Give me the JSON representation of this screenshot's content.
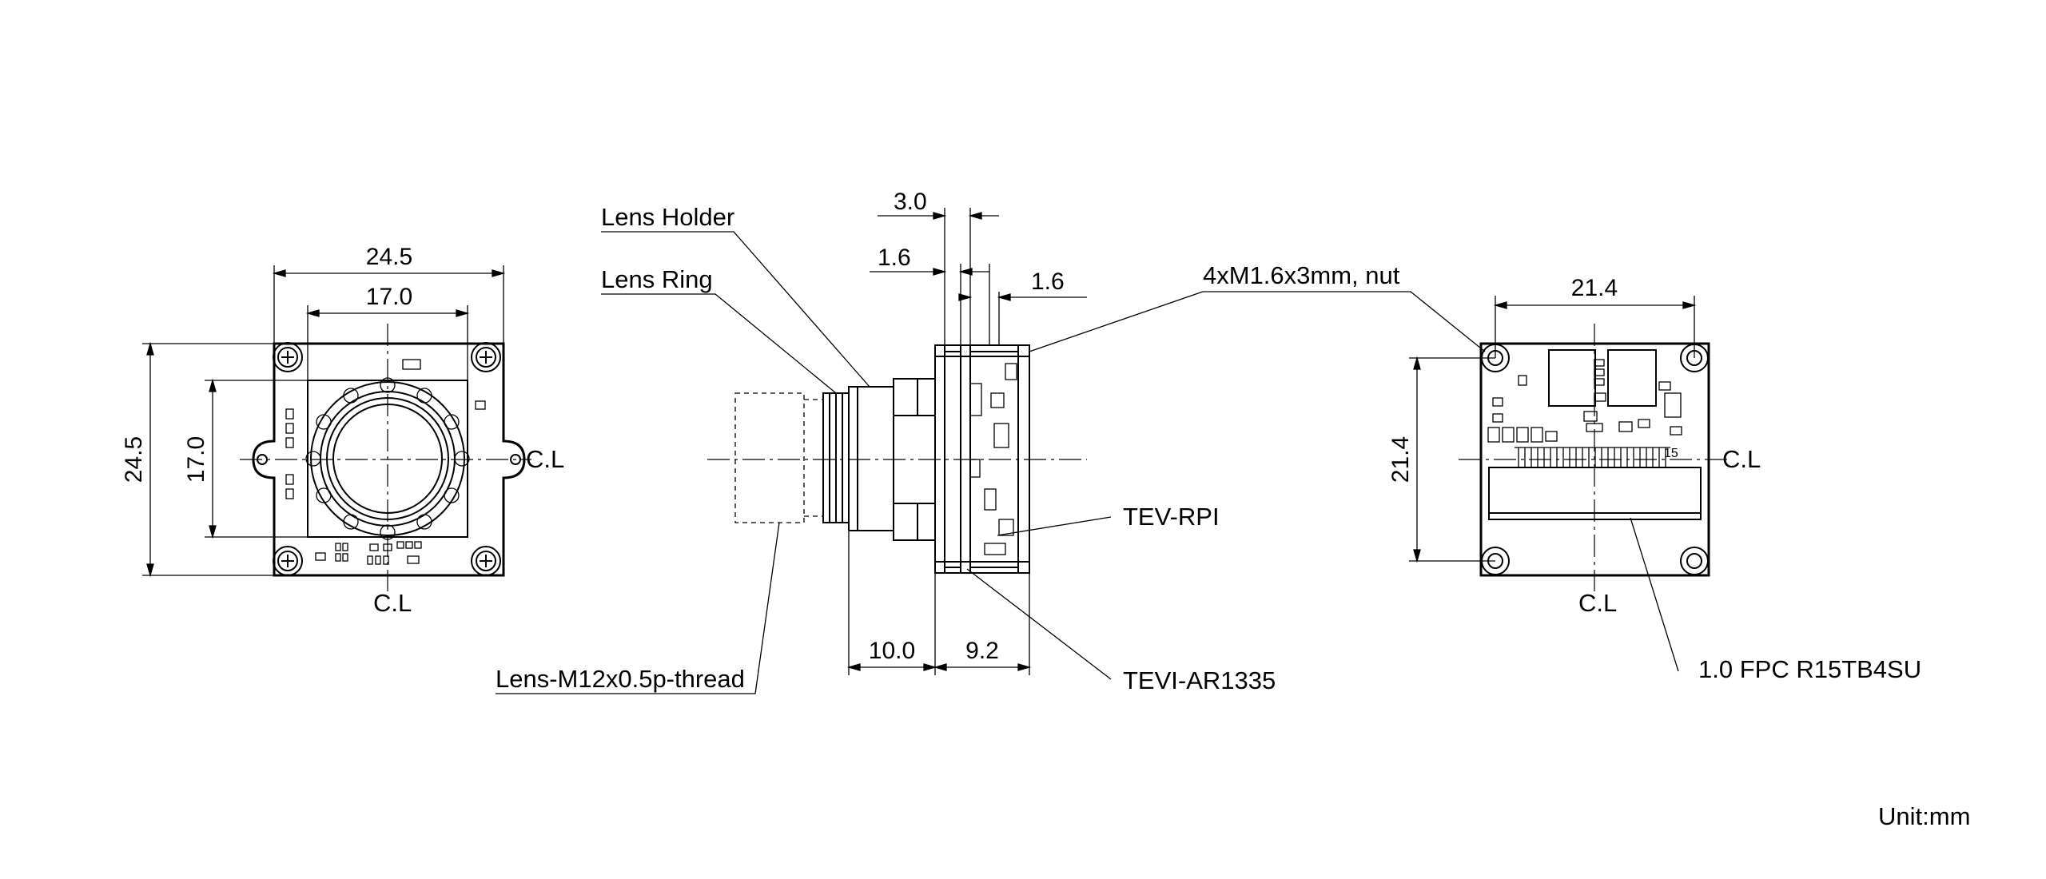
{
  "front_view": {
    "dim_width_outer": "24.5",
    "dim_width_inner": "17.0",
    "dim_height_outer": "24.5",
    "dim_height_inner": "17.0",
    "cl_right": "C.L",
    "cl_bottom": "C.L"
  },
  "side_view": {
    "dim_top_1": "3.0",
    "dim_top_2": "1.6",
    "dim_top_3": "1.6",
    "dim_bottom_1": "10.0",
    "dim_bottom_2": "9.2",
    "label_lens_holder": "Lens Holder",
    "label_lens_ring": "Lens Ring",
    "label_screw": "4xM1.6x3mm, nut",
    "label_tev_rpi": "TEV-RPI",
    "label_tevi": "TEVI-AR1335",
    "label_lens_thread": "Lens-M12x0.5p-thread"
  },
  "rear_view": {
    "dim_width": "21.4",
    "dim_height": "21.4",
    "cl_right": "C.L",
    "cl_bottom": "C.L",
    "label_fpc": "1.0 FPC R15TB4SU",
    "connector_pin_label": "15"
  },
  "unit_label": "Unit:mm"
}
